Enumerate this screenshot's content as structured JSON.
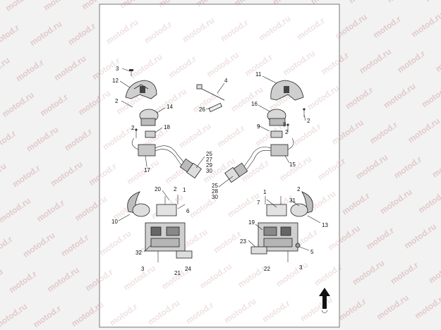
{
  "watermark": {
    "text": "motod.ru"
  },
  "colors": {
    "background": "#f2f2f2",
    "frame": "#ffffff",
    "line": "#222222",
    "watermark": "#e2c9c9"
  },
  "diagram": {
    "parts": [
      "upper-left-housing-cover",
      "upper-right-housing-cover",
      "left-switch-body",
      "right-switch-body",
      "left-connector-harness",
      "right-connector-harness",
      "cable-tie",
      "clip",
      "lower-left-switch-assembly",
      "lower-right-switch-assembly",
      "left-lever",
      "right-lever",
      "north-arrow"
    ],
    "callouts": {
      "c3a": "3",
      "c12": "12",
      "c2a": "2",
      "c14": "14",
      "c2b": "2",
      "c18": "18",
      "c17": "17",
      "c4": "4",
      "c26": "26",
      "c11": "11",
      "c16": "16",
      "c8": "8",
      "c2c": "2",
      "c9": "9",
      "c2d": "2",
      "c15": "15",
      "c25a": "25",
      "c27": "27",
      "c29": "29",
      "c30a": "30",
      "c25b": "25",
      "c28": "28",
      "c30b": "30",
      "c20": "20",
      "c2e": "2",
      "c1a": "1",
      "c6": "6",
      "c10": "10",
      "c32": "32",
      "c3b": "3",
      "c21": "21",
      "c24": "24",
      "c1b": "1",
      "c2f": "2",
      "c7": "7",
      "c31": "31",
      "c13": "13",
      "c19": "19",
      "c23": "23",
      "c5": "5",
      "c22": "22",
      "c3c": "3"
    }
  }
}
